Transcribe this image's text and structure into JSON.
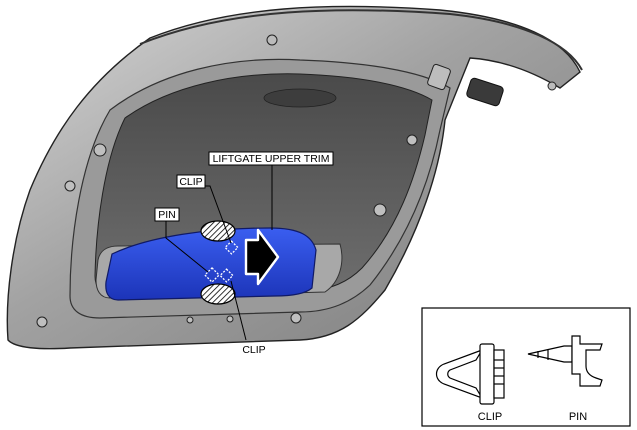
{
  "callouts": {
    "liftgate_upper_trim": "LIFTGATE UPPER TRIM",
    "clip_top": "CLIP",
    "pin": "PIN",
    "clip_bottom": "CLIP"
  },
  "legend": {
    "clip_label": "CLIP",
    "pin_label": "PIN"
  },
  "colors": {
    "trim_highlight": "#2448d8",
    "liftgate_body": "#8e8e8e",
    "glass": "#5c5c5c"
  }
}
